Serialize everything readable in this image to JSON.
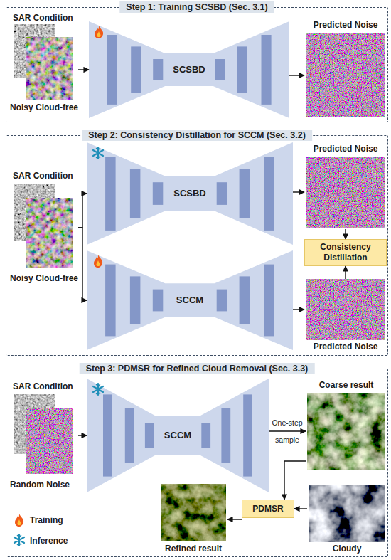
{
  "diagram": {
    "nodes": [
      {
        "text": [
          "Step 1: Training SCSBD (Sec. 3.1)"
        ]
      },
      {
        "text": [
          "SAR Condition",
          "Noisy Cloud-free"
        ],
        "in": 0
      },
      {
        "text": [
          "SCSBD"
        ],
        "in": 0
      },
      {
        "text": [
          "Predicted Noise"
        ],
        "in": 0
      },
      {
        "text": [
          "Step 2: Consistency Distillation for SCCM (Sec. 3.2)"
        ]
      },
      {
        "text": [
          "SAR Condition",
          "Noisy Cloud-free"
        ],
        "in": 4
      },
      {
        "text": [
          "SCSBD"
        ],
        "in": 4
      },
      {
        "text": [
          "Predicted Noise"
        ],
        "in": 4
      },
      {
        "text": [
          "Consistency Distillation"
        ],
        "in": 4
      },
      {
        "text": [
          "SCCM"
        ],
        "in": 4
      },
      {
        "text": [
          "Predicted Noise"
        ],
        "in": 4
      },
      {
        "text": [
          "Step 3: PDMSR for Refined Cloud Removal (Sec. 3.3)"
        ]
      },
      {
        "text": [
          "SAR Condition",
          "Random Noise"
        ],
        "in": 11
      },
      {
        "text": [
          "SCCM"
        ],
        "in": 11
      },
      {
        "text": [
          "Coarse result"
        ],
        "in": 11
      },
      {
        "text": [
          "PDMSR"
        ],
        "in": 11
      },
      {
        "text": [
          "Refined result"
        ],
        "in": 11
      },
      {
        "text": [
          "Cloudy"
        ],
        "in": 11
      }
    ],
    "edges": [
      {
        "from": 1,
        "to": 2,
        "arrow": "to"
      },
      {
        "from": 2,
        "to": 3,
        "arrow": "to"
      },
      {
        "from": 5,
        "to": 6,
        "arrow": "to"
      },
      {
        "from": 5,
        "to": 9,
        "arrow": "to"
      },
      {
        "from": 6,
        "to": 7,
        "arrow": "to"
      },
      {
        "from": 9,
        "to": 10,
        "arrow": "to"
      },
      {
        "from": 7,
        "to": 8,
        "arrow": "to"
      },
      {
        "from": 10,
        "to": 8,
        "arrow": "to"
      },
      {
        "from": 12,
        "to": 13,
        "arrow": "to"
      },
      {
        "from": 13,
        "to": 14,
        "label": "One-step sample",
        "arrow": "to"
      },
      {
        "from": 14,
        "to": 15,
        "arrow": "to"
      },
      {
        "from": 17,
        "to": 15,
        "arrow": "to"
      },
      {
        "from": 15,
        "to": 16,
        "arrow": "to"
      }
    ],
    "legend": [
      {
        "text": "Training"
      },
      {
        "text": "Inference"
      }
    ]
  }
}
